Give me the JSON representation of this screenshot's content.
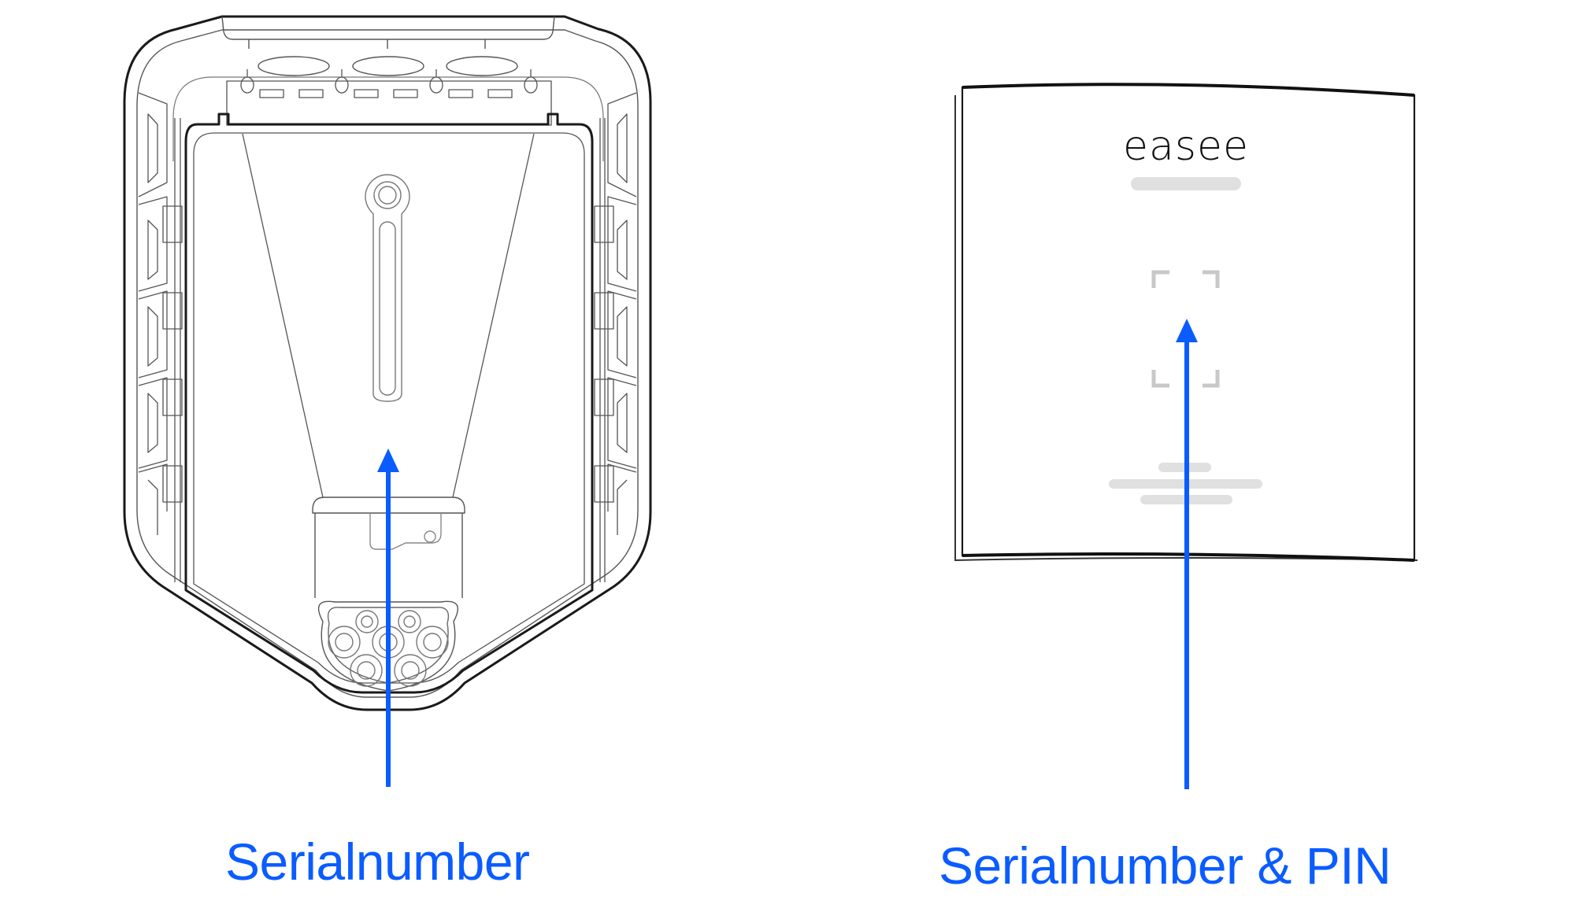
{
  "diagram": {
    "charger": {
      "name": "Easee charger back view",
      "arrow_color": "#0a5cff",
      "label": "Serialnumber"
    },
    "card": {
      "name": "Easee key card",
      "logo_text": "easee",
      "arrow_color": "#0a5cff",
      "label": "Serialnumber & PIN"
    }
  },
  "colors": {
    "accent": "#0a5cff",
    "outline": "#1a1a1a",
    "placeholder_gray": "#e0e0e0",
    "qr_bracket_gray": "#c8c8c8"
  }
}
